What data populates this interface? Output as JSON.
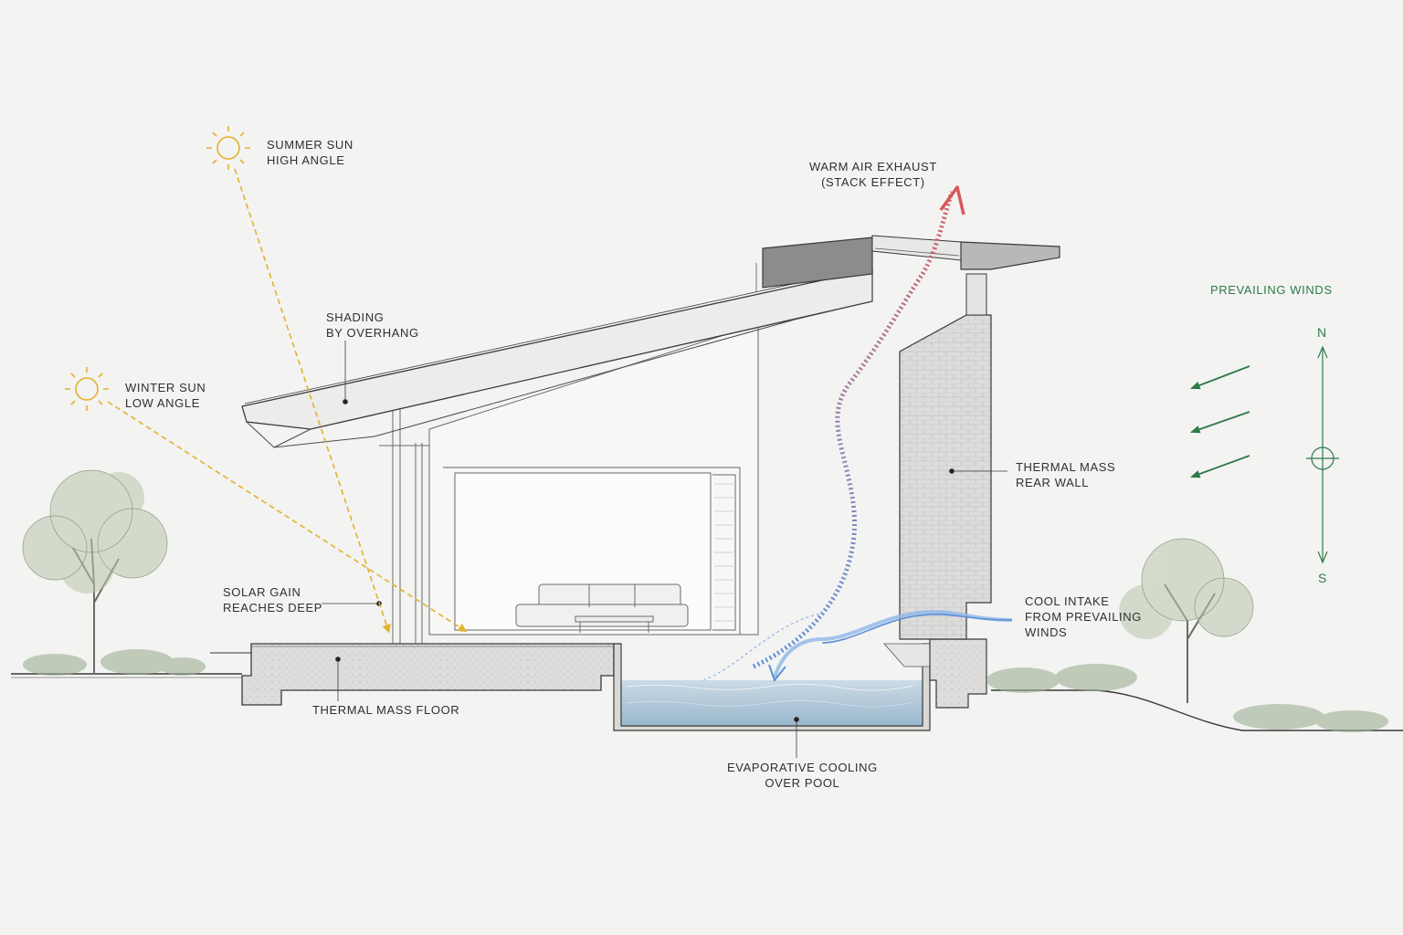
{
  "labels": {
    "summer_sun": [
      "SUMMER SUN",
      "HIGH ANGLE"
    ],
    "winter_sun": [
      "WINTER SUN",
      "LOW ANGLE"
    ],
    "shading": [
      "SHADING",
      "BY OVERHANG"
    ],
    "solar_gain": [
      "SOLAR GAIN",
      "REACHES DEEP"
    ],
    "thermal_floor": "THERMAL MASS FLOOR",
    "warm_air": [
      "WARM AIR EXHAUST",
      "(STACK EFFECT)"
    ],
    "thermal_wall": [
      "THERMAL MASS",
      "REAR WALL"
    ],
    "cool_intake": [
      "COOL INTAKE",
      "FROM PREVAILING",
      "WINDS"
    ],
    "evaporative": [
      "EVAPORATIVE COOLING",
      "OVER POOL"
    ],
    "prevailing_winds": "PREVAILING WINDS"
  },
  "compass": {
    "north": "N",
    "south": "S"
  },
  "colors": {
    "sun": "#e3b12c",
    "warm_air": "#d9575a",
    "cool_air": "#5b8fd6",
    "wind": "#2e7a48",
    "line": "#4a4a4a",
    "water": "#a9c4d8"
  },
  "icons": [
    "summer-sun-icon",
    "winter-sun-icon",
    "compass-icon",
    "wind-arrow-icon",
    "tree-icon"
  ]
}
